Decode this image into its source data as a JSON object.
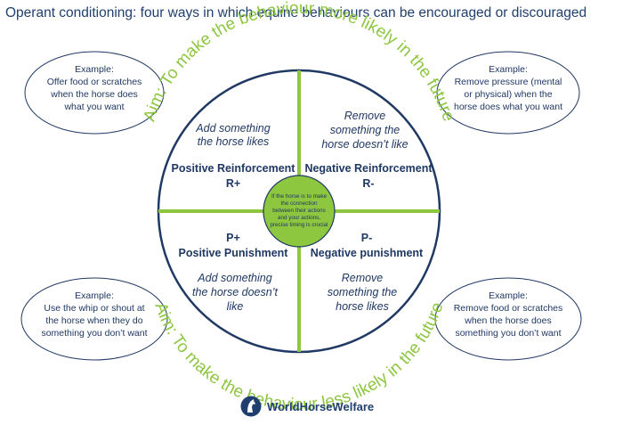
{
  "title": "Operant conditioning: four ways in which equine behaviours can be encouraged or discouraged",
  "aim_top": "Aim: To make the behaviour more likely in the future",
  "aim_bottom": "Aim: To make the behaviour less likely in the future",
  "center_note": [
    "If the horse is to make",
    "the connection",
    "between their actions",
    "and your actions,",
    "precise timing is crucial"
  ],
  "quadrants": {
    "pos_reinforcement": {
      "desc": [
        "Add something",
        "the horse likes"
      ],
      "name": "Positive Reinforcement",
      "code": "R+"
    },
    "neg_reinforcement": {
      "desc": [
        "Remove",
        "something the",
        "horse doesn’t like"
      ],
      "name": "Negative Reinforcement",
      "code": "R-"
    },
    "pos_punishment": {
      "code": "P+",
      "name": "Positive Punishment",
      "desc": [
        "Add something",
        "the horse doesn’t",
        "like"
      ]
    },
    "neg_punishment": {
      "code": "P-",
      "name": "Negative punishment",
      "desc": [
        "Remove",
        "something the",
        "horse likes"
      ]
    }
  },
  "examples": {
    "top_left": [
      "Example:",
      "Offer food or scratches",
      "when the horse does",
      "what you want"
    ],
    "top_right": [
      "Example:",
      "Remove pressure (mental",
      "or physical) when the",
      "horse does what you want"
    ],
    "bottom_left": [
      "Example:",
      "Use the whip or shout at",
      "the horse when they do",
      "something you don’t want"
    ],
    "bottom_right": [
      "Example:",
      "Remove food or scratches",
      "when the horse does",
      "something you don’t want"
    ]
  },
  "logo_text": "WorldHorseWelfare",
  "colors": {
    "green": "#8dc63f",
    "navy": "#1f3864",
    "circle_stroke": "#1f3864"
  }
}
